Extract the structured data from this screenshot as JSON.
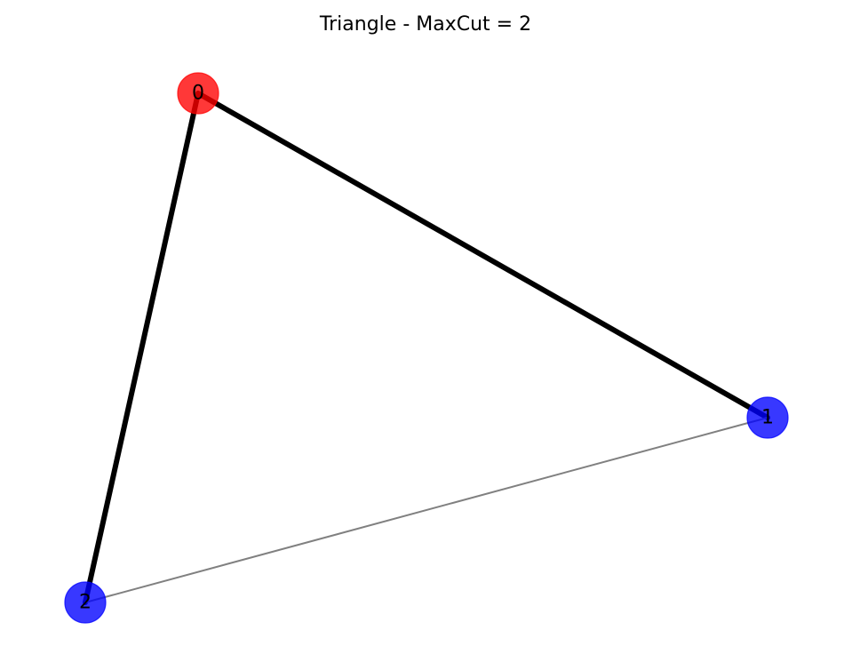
{
  "title": "Triangle - MaxCut = 2",
  "colors": {
    "partition_a": "#ff0000",
    "partition_b": "#0000ff",
    "cut_edge": "#000000",
    "uncut_edge": "#808080",
    "background": "#ffffff"
  },
  "graph": {
    "nodes": [
      {
        "id": "0",
        "label": "0",
        "partition": "a"
      },
      {
        "id": "1",
        "label": "1",
        "partition": "b"
      },
      {
        "id": "2",
        "label": "2",
        "partition": "b"
      }
    ],
    "edges": [
      {
        "source": "0",
        "target": "1",
        "cut": true
      },
      {
        "source": "0",
        "target": "2",
        "cut": true
      },
      {
        "source": "1",
        "target": "2",
        "cut": false
      }
    ]
  }
}
